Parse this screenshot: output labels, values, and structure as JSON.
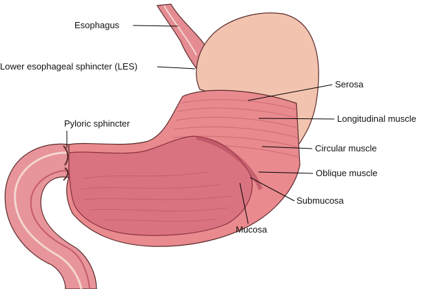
{
  "title": "Stomach anatomy",
  "labels": {
    "esophagus": "Esophagus",
    "les": "Lower esophageal sphincter (LES)",
    "serosa": "Serosa",
    "longitudinal": "Longitudinal muscle",
    "pyloric": "Pyloric sphincter",
    "circular": "Circular muscle",
    "oblique": "Oblique muscle",
    "submucosa": "Submucosa",
    "mucosa": "Mucosa"
  },
  "colors": {
    "serosa": "#f2c4b0",
    "muscle": "#e88a8e",
    "mucosa": "#d9737f",
    "lining": "#c85a6a",
    "outline": "#5a2a2a"
  }
}
